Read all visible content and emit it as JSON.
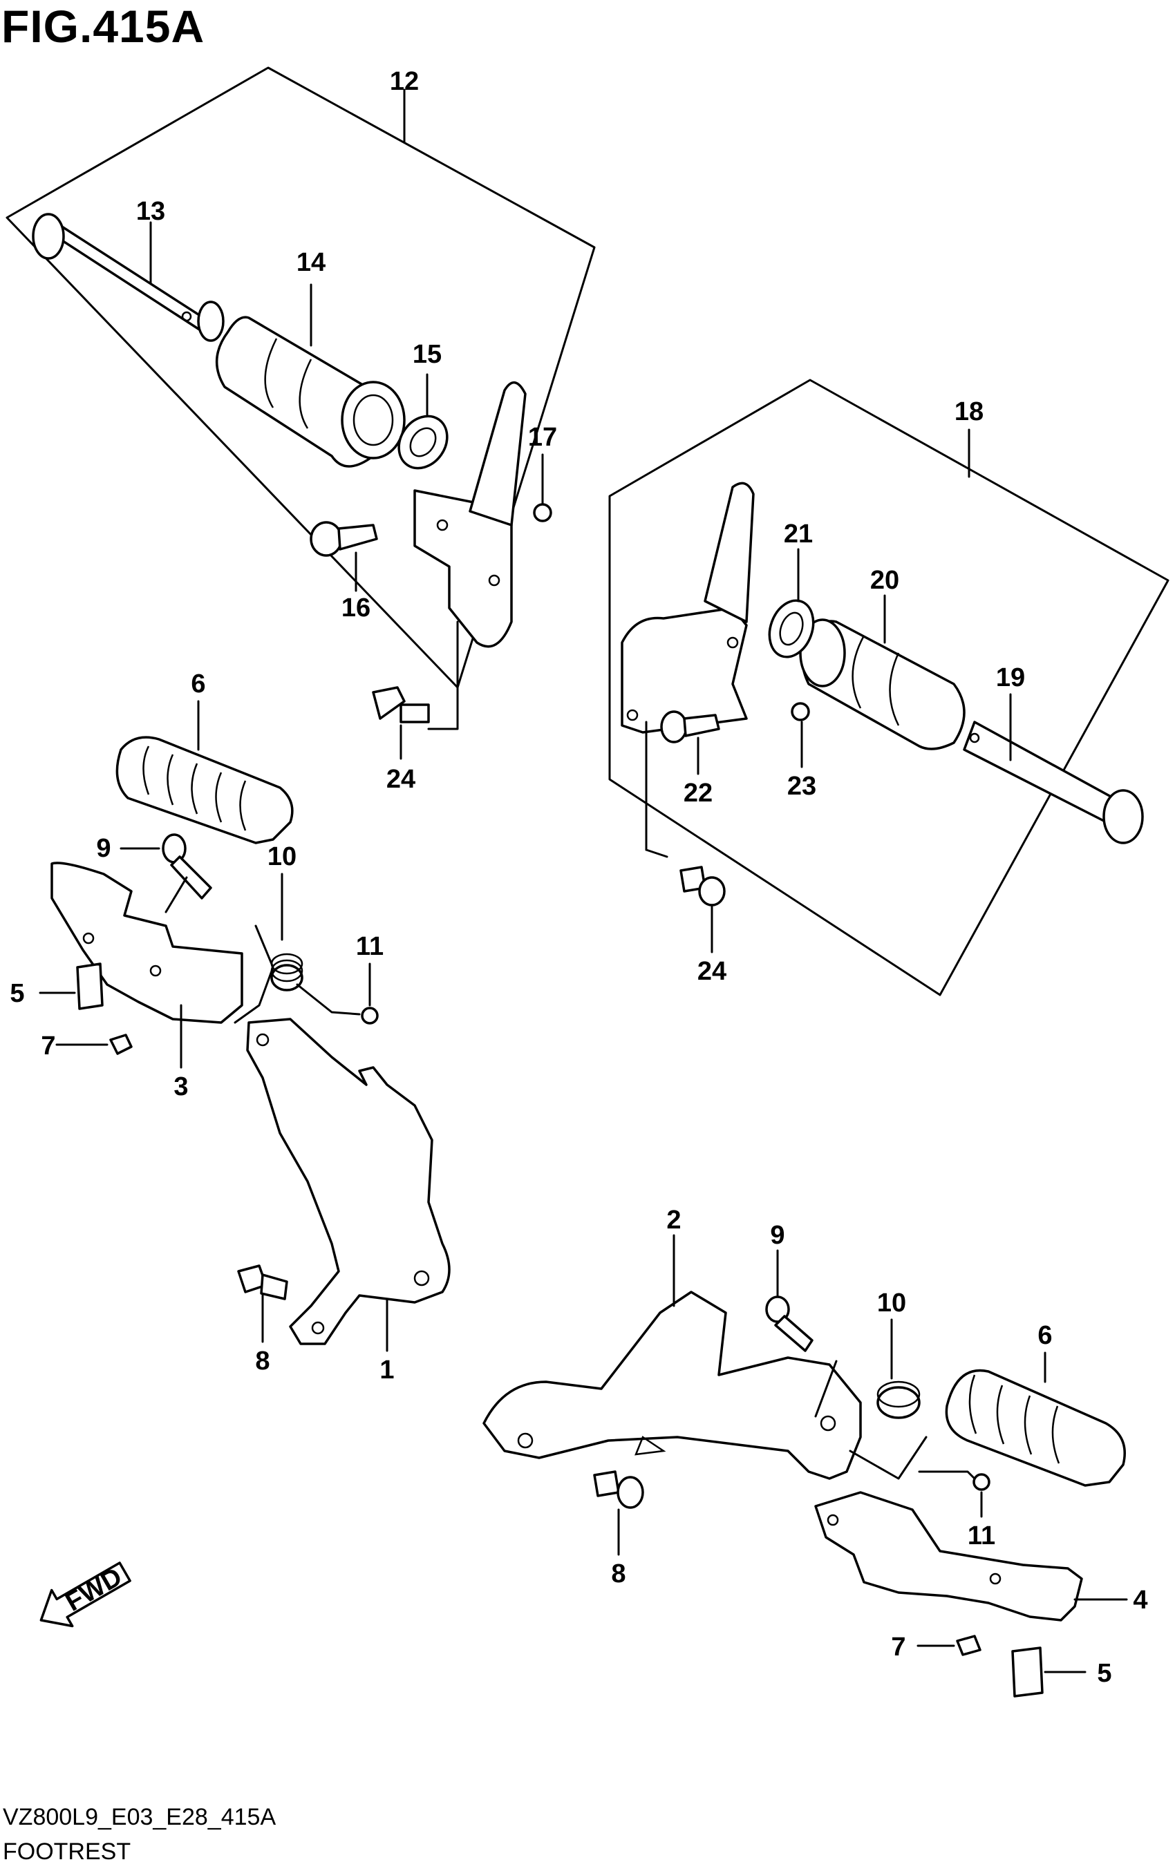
{
  "figure": {
    "title": "FIG.415A",
    "code": "VZ800L9_E03_E28_415A",
    "name": "FOOTREST"
  },
  "callouts": {
    "c1": "1",
    "c2": "2",
    "c3": "3",
    "c4": "4",
    "c5a": "5",
    "c5b": "5",
    "c6a": "6",
    "c6b": "6",
    "c7a": "7",
    "c7b": "7",
    "c8a": "8",
    "c8b": "8",
    "c9a": "9",
    "c9b": "9",
    "c10a": "10",
    "c10b": "10",
    "c11a": "11",
    "c11b": "11",
    "c12": "12",
    "c13": "13",
    "c14": "14",
    "c15": "15",
    "c16": "16",
    "c17": "17",
    "c18": "18",
    "c19": "19",
    "c20": "20",
    "c21": "21",
    "c22": "22",
    "c23": "23",
    "c24a": "24",
    "c24b": "24"
  },
  "fwd_label": "FWD"
}
